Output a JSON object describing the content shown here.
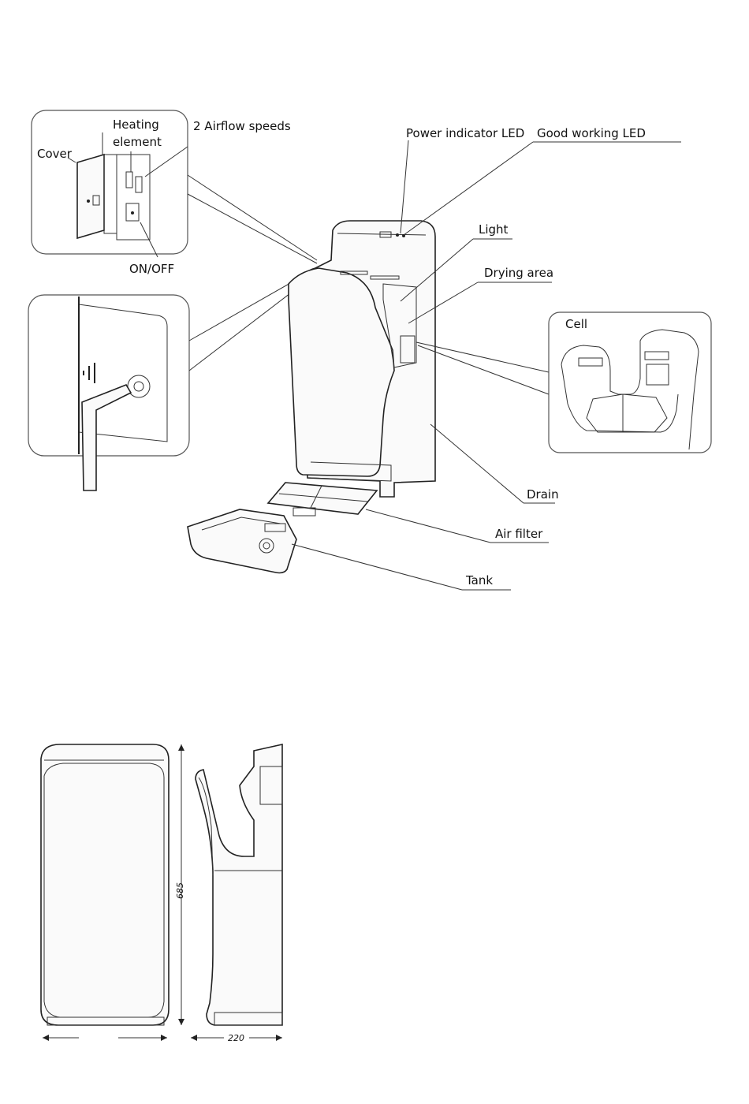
{
  "labels": {
    "heating_element_line1": "Heating",
    "heating_element_line2": "element",
    "airflow_speeds": "2 Airflow speeds",
    "cover": "Cover",
    "on_off": "ON/OFF",
    "power_indicator_led": "Power indicator LED",
    "good_working_led": "Good working LED",
    "light": "Light",
    "drying_area": "Drying area",
    "cell": "Cell",
    "drain": "Drain",
    "air_filter": "Air filter",
    "tank": "Tank"
  },
  "dimensions": {
    "height": "685",
    "depth": "220"
  }
}
